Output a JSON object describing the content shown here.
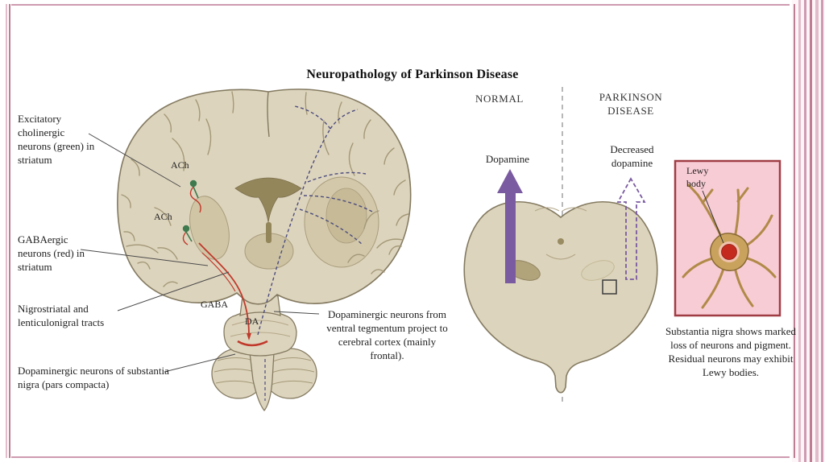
{
  "slide": {
    "title": "Neuropathology of Parkinson Disease"
  },
  "left": {
    "excitatory": "Excitatory cholinergic neurons (green) in striatum",
    "gabaergic": "GABAergic neurons (red) in striatum",
    "nigrostriatal": "Nigrostriatal and lenticulonigral tracts",
    "dopa_sn": "Dopaminergic neurons of substantia nigra (pars compacta)",
    "dopa_vt": "Dopaminergic neurons from ventral tegmentum project to cerebral cortex (mainly frontal).",
    "ach_upper": "ACh",
    "ach_lower": "ACh",
    "gaba": "GABA",
    "da": "DA"
  },
  "right": {
    "normal": "NORMAL",
    "parkinson": "PARKINSON DISEASE",
    "dopamine": "Dopamine",
    "decreased": "Decreased dopamine",
    "lewy": "Lewy body",
    "caption": "Substantia nigra shows marked loss of neurons and pigment. Residual neurons may exhibit Lewy bodies."
  },
  "colors": {
    "accent_purple": "#7a5aa0",
    "tract_red": "#c0392b",
    "neuron_green": "#3e7a4e",
    "projection_blue": "#4c4c7e",
    "brain_beige": "#ddd4bd",
    "inset_pink": "#f8ccd5",
    "inset_border": "#a03c44",
    "frame_pink": "#cf9ab1"
  }
}
